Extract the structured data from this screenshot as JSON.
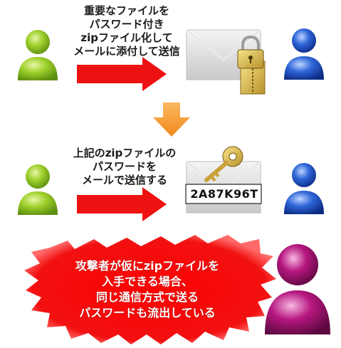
{
  "step1": {
    "lines": [
      "重要なファイルを",
      "パスワード付き",
      "zipファイル化して",
      "メールに添付して送信"
    ]
  },
  "step2": {
    "lines": [
      "上記のzipファイルの",
      "パスワードを",
      "メールで送信する"
    ],
    "password": "2A87K96T"
  },
  "warning": {
    "lines": [
      "攻撃者が仮にzipファイルを",
      "入手できる場合、",
      "同じ通信方式で送る",
      "パスワードも流出している"
    ]
  },
  "icons": {
    "sender": "person-icon",
    "recipient": "person-icon",
    "attacker": "person-icon",
    "lock": "padlock-icon",
    "key": "key-icon",
    "zip": "zipper-icon"
  },
  "colors": {
    "sender": "#8cc21f",
    "recipient": "#2a5fd1",
    "attacker": "#b2157a",
    "arrow": "#ee1111",
    "down_arrow": "#f7a13a",
    "burst": "#ff1a1a"
  }
}
